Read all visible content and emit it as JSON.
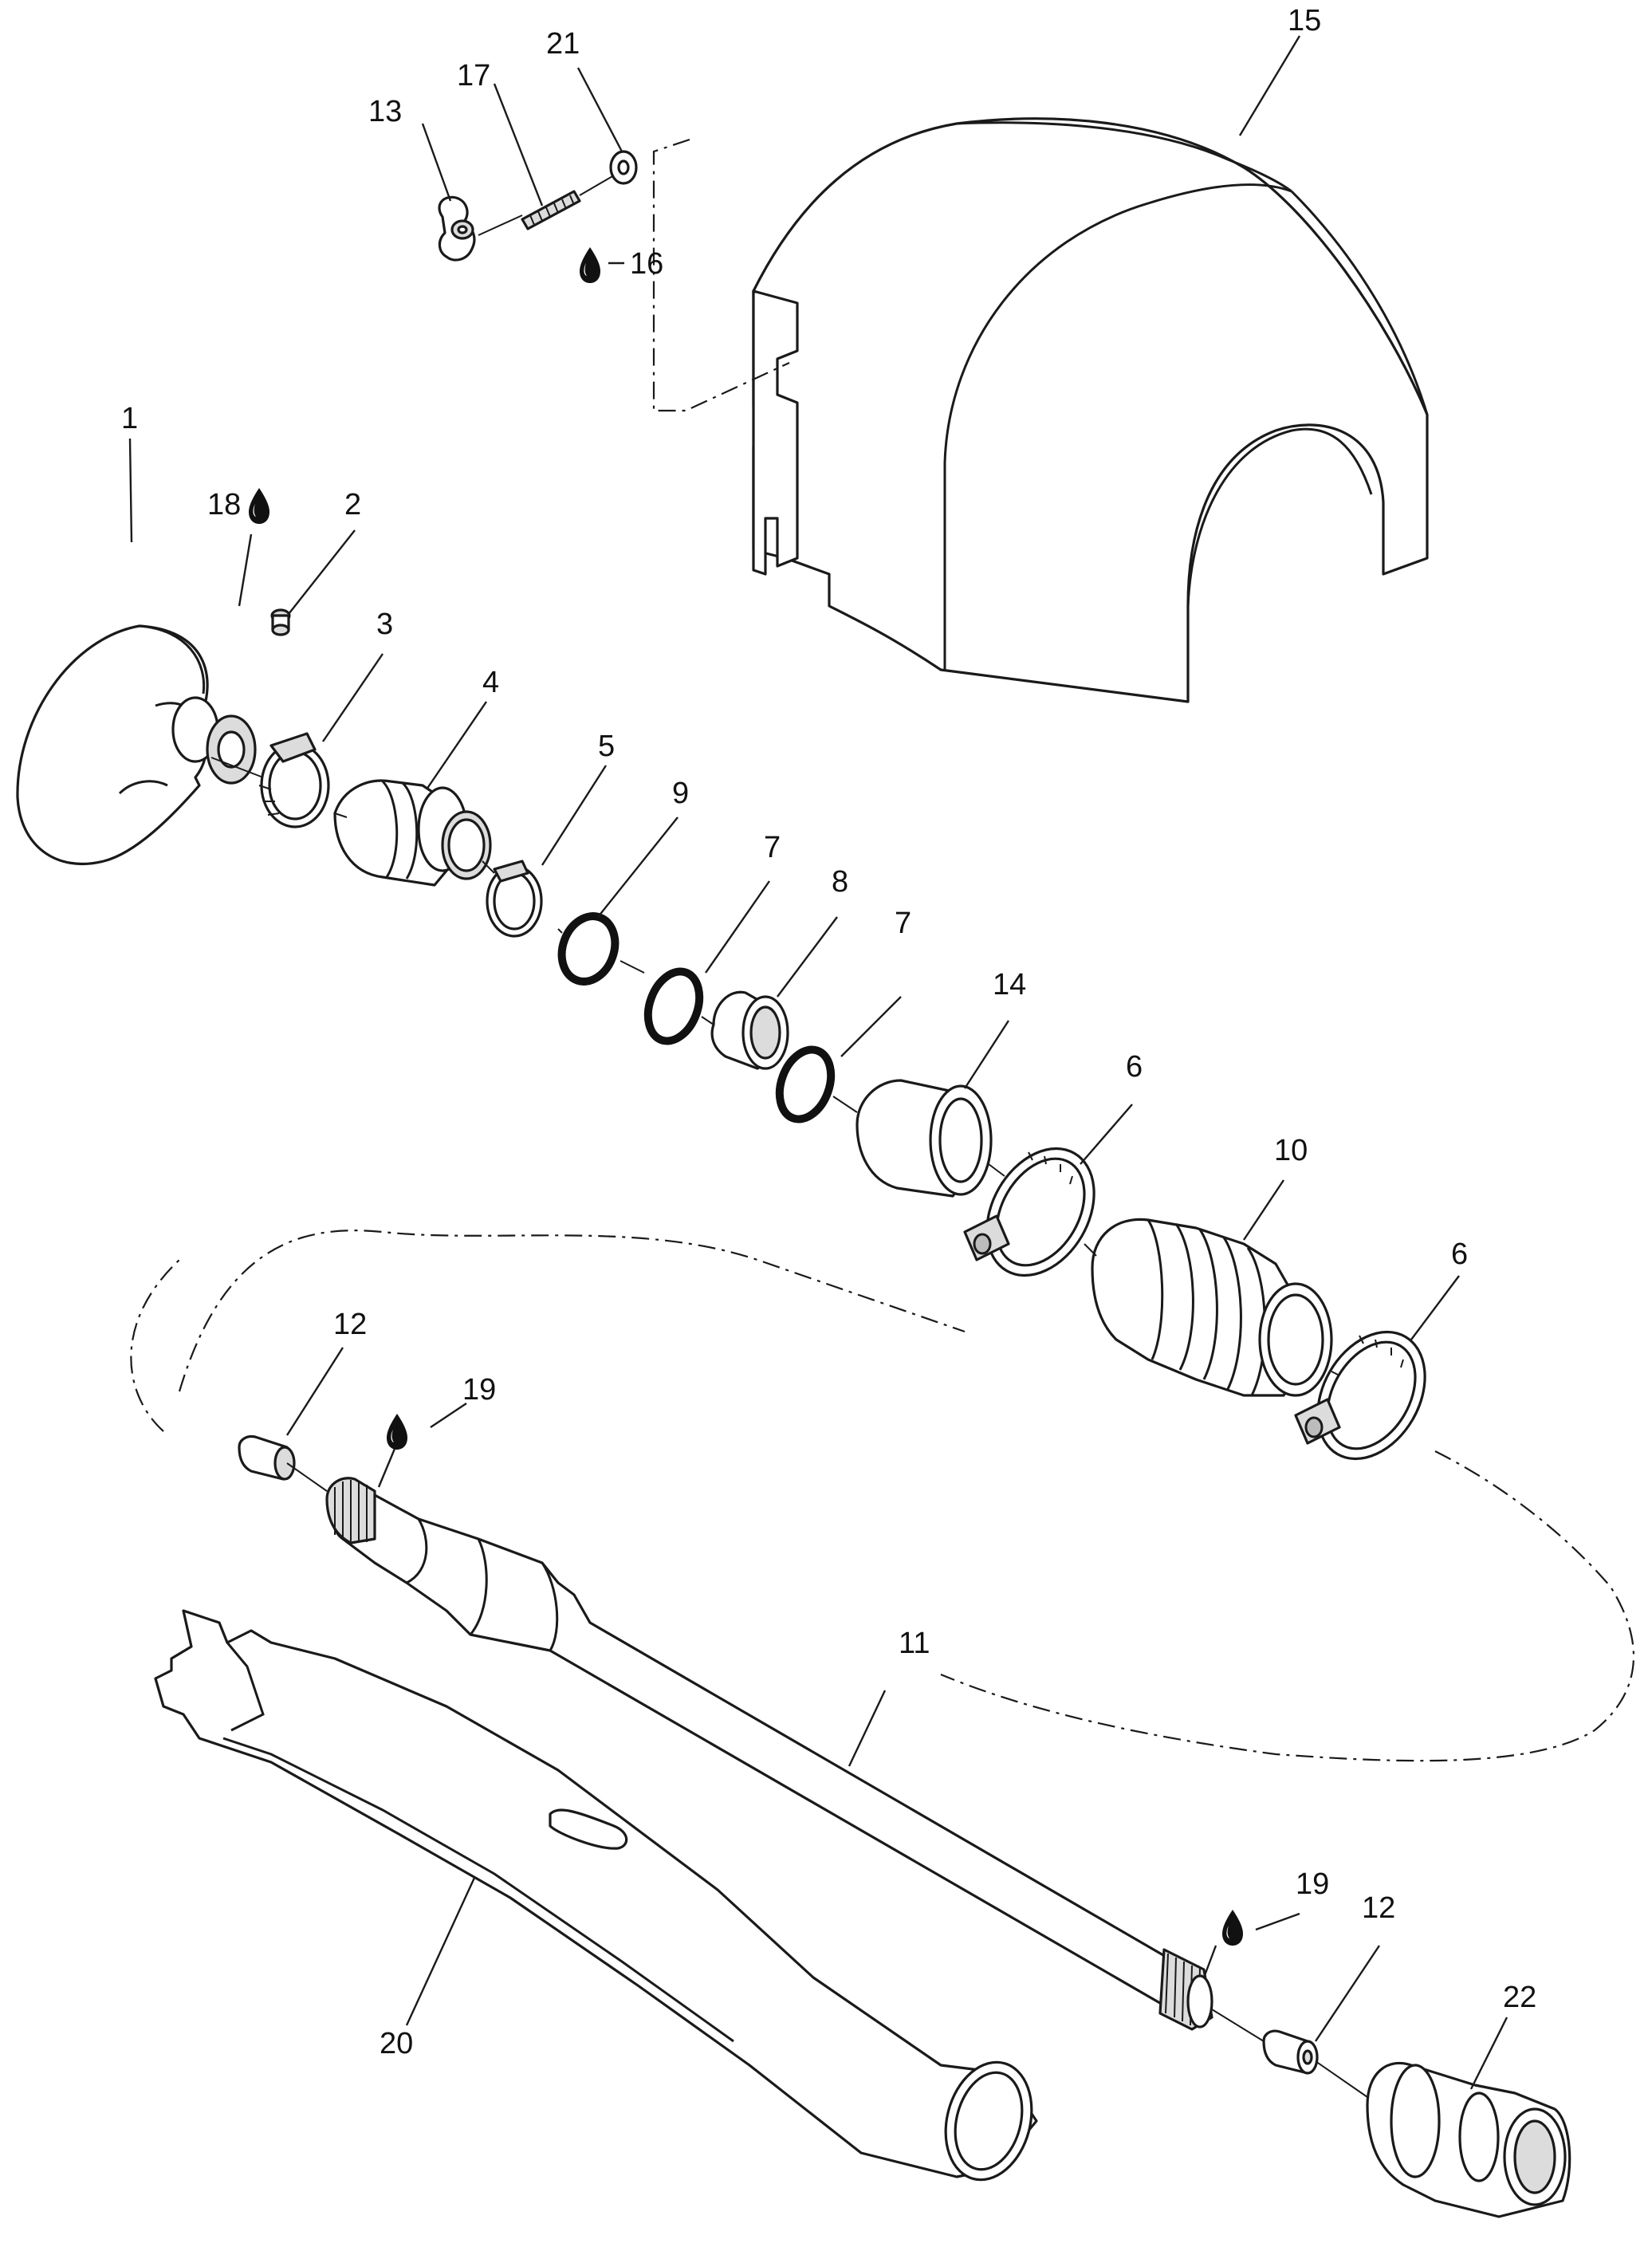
{
  "callouts": {
    "c1": "1",
    "c2": "2",
    "c3": "3",
    "c4": "4",
    "c5": "5",
    "c6a": "6",
    "c6b": "6",
    "c7a": "7",
    "c7b": "7",
    "c8": "8",
    "c9": "9",
    "c10": "10",
    "c11": "11",
    "c12a": "12",
    "c12b": "12",
    "c13": "13",
    "c14": "14",
    "c15": "15",
    "c16": "16",
    "c17": "17",
    "c18": "18",
    "c19a": "19",
    "c19b": "19",
    "c20": "20",
    "c21": "21",
    "c22": "22"
  },
  "symbols": {
    "lubricant_icon": "lubricant-drop-icon"
  }
}
